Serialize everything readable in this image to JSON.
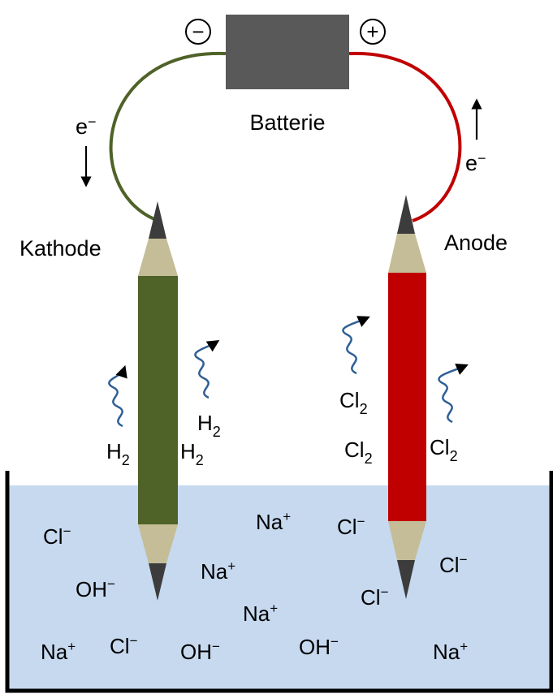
{
  "battery": {
    "label": "Batterie",
    "negative_symbol": "−",
    "positive_symbol": "+"
  },
  "cathode": {
    "label": "Kathode",
    "color": "#4f6228",
    "electron_label": "e",
    "electron_sup": "−",
    "electron_direction": "down",
    "gas_symbol": "H",
    "gas_subscript": "2"
  },
  "anode": {
    "label": "Anode",
    "color": "#c00000",
    "electron_label": "e",
    "electron_sup": "−",
    "electron_direction": "up",
    "gas_symbol": "Cl",
    "gas_subscript": "2"
  },
  "solution": {
    "color": "#c6d9ef",
    "ions": {
      "chloride": "Cl",
      "chloride_charge": "−",
      "hydroxide": "OH",
      "hydroxide_charge": "−",
      "sodium": "Na",
      "sodium_charge": "+"
    }
  },
  "colors": {
    "battery_body": "#595959",
    "wire_negative": "#4f6228",
    "wire_positive": "#c00000",
    "bubble_wave": "#2f5f94",
    "pencil_wood": "#c4bd97",
    "pencil_tip": "#3c3c3c",
    "container": "#000000"
  }
}
